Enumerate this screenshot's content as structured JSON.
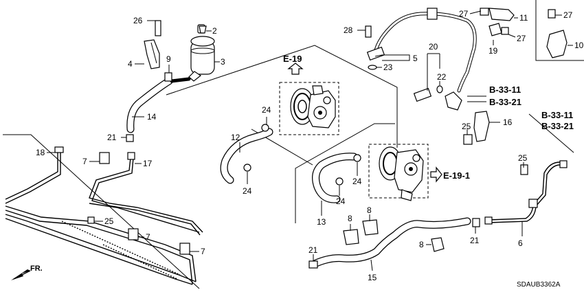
{
  "diagram": {
    "code": "SDAUB3362A",
    "front_label": "FR.",
    "refs": {
      "e19": "E-19",
      "e19_1": "E-19-1",
      "b3311_a": "B-33-11",
      "b3321_a": "B-33-21",
      "b3311_b": "B-33-11",
      "b3321_b": "B-33-21"
    },
    "parts": {
      "p26": "26",
      "p2": "2",
      "p3": "3",
      "p4": "4",
      "p9": "9",
      "p14": "14",
      "p21a": "21",
      "p18": "18",
      "p7a": "7",
      "p17": "17",
      "p25a": "25",
      "p7b": "7",
      "p7c": "7",
      "p12": "12",
      "p24a": "24",
      "p24b": "24",
      "p13": "13",
      "p24c": "24",
      "p24d": "24",
      "p28": "28",
      "p5": "5",
      "p23": "23",
      "p20": "20",
      "p22": "22",
      "p27a": "27",
      "p11": "11",
      "p27b": "27",
      "p19": "19",
      "p27c": "27",
      "p10": "10",
      "p16": "16",
      "p25b": "25",
      "p25c": "25",
      "p6": "6",
      "p21b": "21",
      "p8a": "8",
      "p8b": "8",
      "p21c": "21",
      "p15": "15"
    }
  }
}
